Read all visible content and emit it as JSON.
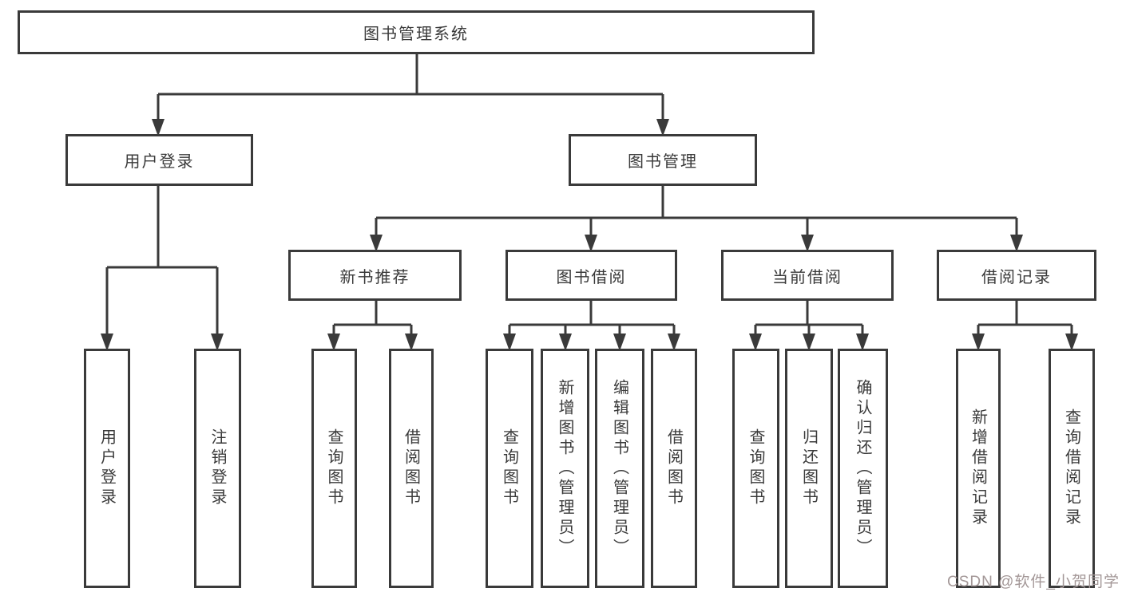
{
  "diagram": {
    "title_box": "图书管理系统",
    "branches": {
      "user_login": {
        "label": "用户登录",
        "children": [
          "用户登录",
          "注销登录"
        ]
      },
      "book_mgmt": {
        "label": "图书管理"
      }
    },
    "modules": [
      {
        "label": "新书推荐",
        "children": [
          "查询图书",
          "借阅图书"
        ]
      },
      {
        "label": "图书借阅",
        "children": [
          "查询图书",
          "新增图书（管理员）",
          "编辑图书（管理员）",
          "借阅图书"
        ]
      },
      {
        "label": "当前借阅",
        "children": [
          "查询图书",
          "归还图书",
          "确认归还（管理员）"
        ]
      },
      {
        "label": "借阅记录",
        "children": [
          "新增借阅记录",
          "查询借阅记录"
        ]
      }
    ],
    "watermark": "CSDN @软件_小贺同学",
    "colors": {
      "line": "#3a3a3a",
      "text": "#3a3a3a",
      "box_background": "#ffffff",
      "page_background": "#ffffff",
      "watermark": "#a39797"
    }
  }
}
